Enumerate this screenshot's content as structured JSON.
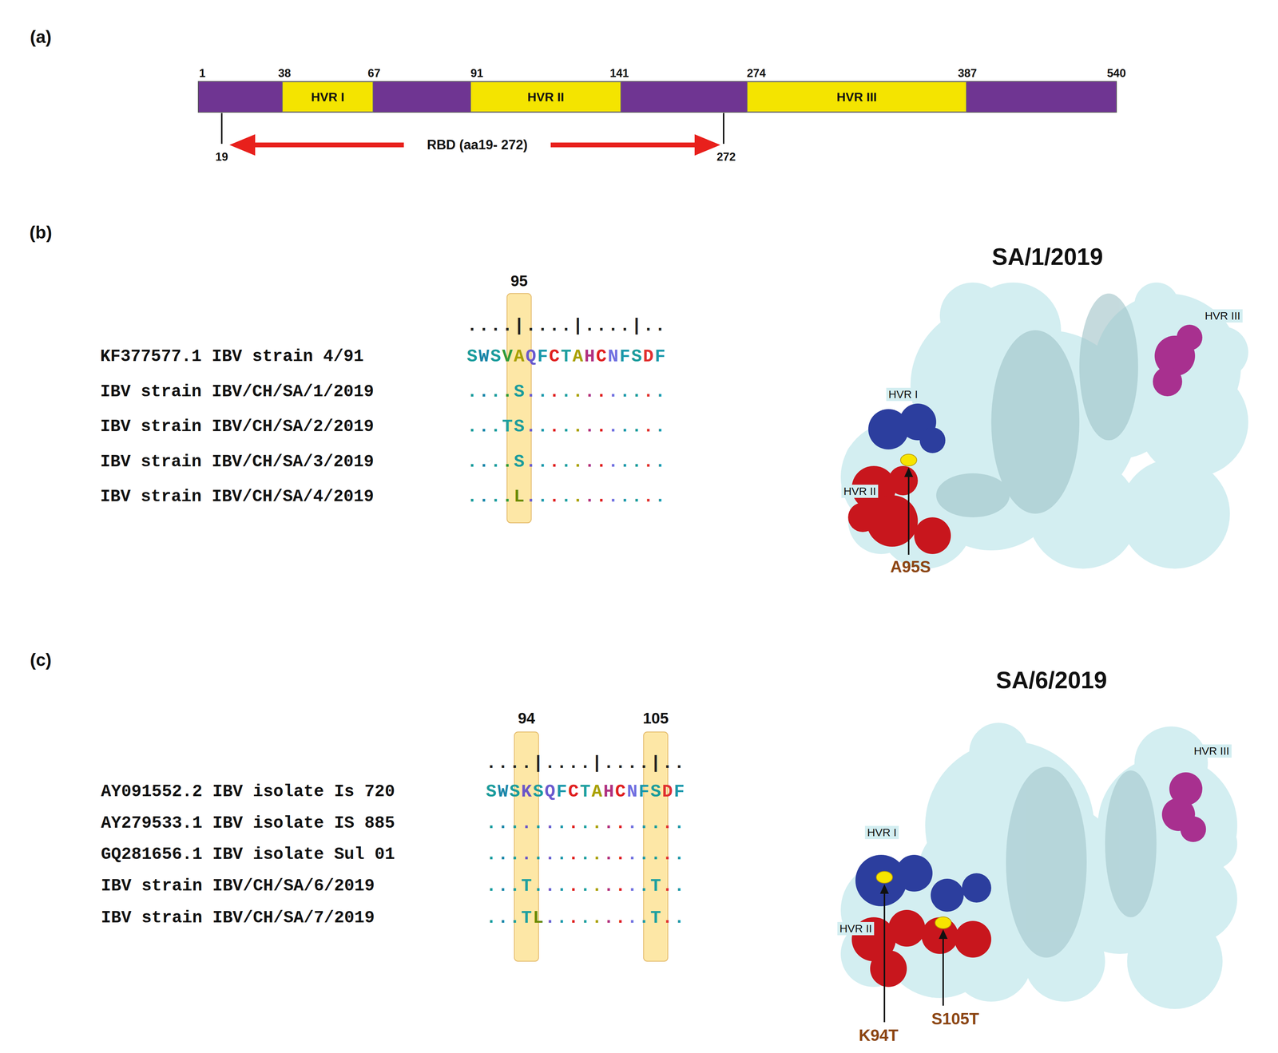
{
  "diagram": {
    "nodes": [
      {
        "text": [
          "HVR I"
        ]
      },
      {
        "text": [
          "HVR II"
        ]
      },
      {
        "text": [
          "HVR III"
        ]
      }
    ],
    "labels": [
      "(a)",
      "1",
      "38",
      "67",
      "91",
      "141",
      "274",
      "387",
      "540",
      "19",
      "RBD (aa19- 272)",
      "272",
      "(b)",
      "95",
      "....|....|....|..",
      "KF377577.1 IBV strain 4/91",
      "SWSVAQFCTAHCNFSDF",
      "IBV strain IBV/CH/SA/1/2019",
      "....S............",
      "IBV strain IBV/CH/SA/2/2019",
      "...TS............",
      "IBV strain IBV/CH/SA/3/2019",
      "....S............",
      "IBV strain IBV/CH/SA/4/2019",
      "....L............",
      "SA/1/2019",
      "HVR III",
      "HVR I",
      "HVR II",
      "A95S",
      "(c)",
      "94",
      "105",
      "....|....|....|..",
      "AY091552.2 IBV isolate Is 720",
      "SWSKSQFCTAHCNFSDF",
      "AY279533.1 IBV isolate IS 885",
      ".................",
      "GQ281656.1 IBV isolate Sul 01",
      ".................",
      "IBV strain IBV/CH/SA/6/2019",
      "...T..........T..",
      "IBV strain IBV/CH/SA/7/2019",
      "...TL.........T..",
      "SA/6/2019",
      "HVR III",
      "HVR I",
      "HVR II",
      "K94T",
      "S105T"
    ]
  }
}
